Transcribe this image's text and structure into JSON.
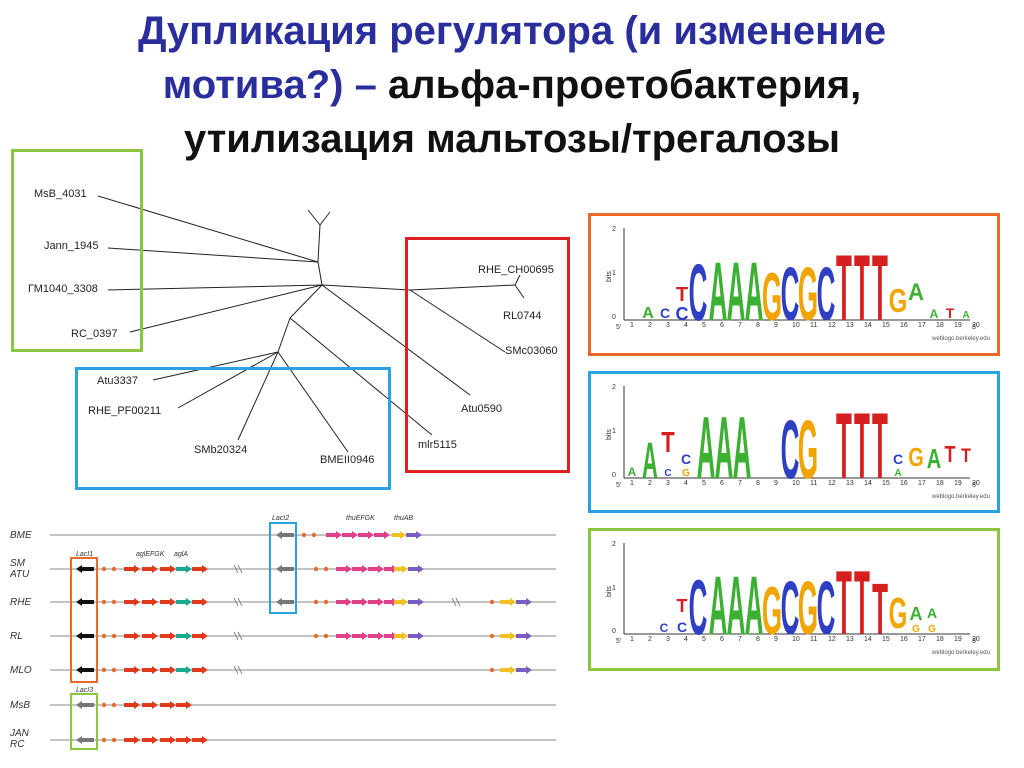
{
  "title": {
    "line1": "Дупликация регулятора (и изменение",
    "line2_blue": "мотива?) – ",
    "line2_black": "альфа-проетобактерия,",
    "line3": "утилизация мальтозы/трегалозы"
  },
  "tree_labels": {
    "msb": "MsB_4031",
    "jann": "Jann_1945",
    "gm": "ГМ1040_3308",
    "rc": "RC_0397",
    "rhe_ch": "RHE_CH00695",
    "rl": "RL0744",
    "smc": "SMc03060",
    "atu0590": "Atu0590",
    "mlr": "mlr5115",
    "bmeii": "BMEII0946",
    "atu3337": "Atu3337",
    "rhe_pf": "RHE_PF00211",
    "smb": "SMb20324"
  },
  "genome_rows": [
    {
      "label": "BME"
    },
    {
      "label": "SM ATU"
    },
    {
      "label": "RHE"
    },
    {
      "label": "RL"
    },
    {
      "label": "MLO"
    },
    {
      "label": "MsB"
    },
    {
      "label": "JAN RC"
    }
  ],
  "gene_labels": {
    "lacI1": "LacI1",
    "aglEFGK": "aglEFGK",
    "aglA": "aglA",
    "lacI2": "LacI2",
    "thuEFGK": "thuEFGK",
    "thuAB": "thuAB",
    "lacI3": "LacI3"
  },
  "logos": [
    {
      "ymax": "2",
      "ymid": "1",
      "yzero": "0",
      "ytitle": "bits",
      "five": "5'",
      "three": "3'",
      "credit": "weblogo.berkeley.edu"
    },
    {
      "ymax": "2",
      "ymid": "1",
      "yzero": "0",
      "ytitle": "bits",
      "five": "5'",
      "three": "3'",
      "credit": "weblogo.berkeley.edu"
    },
    {
      "ymax": "2",
      "ymid": "1",
      "yzero": "0",
      "ytitle": "bits",
      "five": "5'",
      "three": "3'",
      "credit": "weblogo.berkeley.edu"
    }
  ],
  "logo_positions": [
    "1",
    "2",
    "3",
    "4",
    "5",
    "6",
    "7",
    "8",
    "9",
    "10",
    "11",
    "12",
    "13",
    "14",
    "15",
    "16",
    "17",
    "18",
    "19",
    "20"
  ],
  "colors": {
    "green_box": "#8cc63f",
    "red_box": "#e02020",
    "blue_box": "#29a3e0",
    "orange_logo_box": "#e8692a",
    "A": "#3cb033",
    "C": "#2f3fc4",
    "G": "#f0a500",
    "T": "#d62020"
  }
}
